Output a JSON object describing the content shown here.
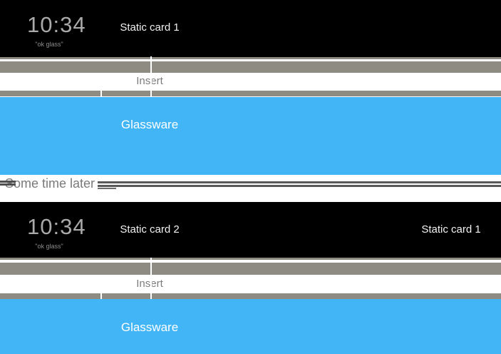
{
  "colors": {
    "glassware_blue": "#42b5f6",
    "timeline_gray": "#8e8b82",
    "card_black": "#000000",
    "line_dark_gray": "#5a5a5a",
    "muted_text_gray": "#7b7b7b"
  },
  "stage1": {
    "home_card": {
      "clock": "10:34",
      "hint": "\"ok glass\""
    },
    "card1_label": "Static card 1",
    "insert_label": "Insert",
    "glassware_label": "Glassware"
  },
  "interlude": {
    "label": "Some time later"
  },
  "stage2": {
    "home_card": {
      "clock": "10:34",
      "hint": "\"ok glass\""
    },
    "card2_label": "Static card 2",
    "card1_label": "Static card 1",
    "insert_label": "Insert",
    "glassware_label": "Glassware"
  }
}
